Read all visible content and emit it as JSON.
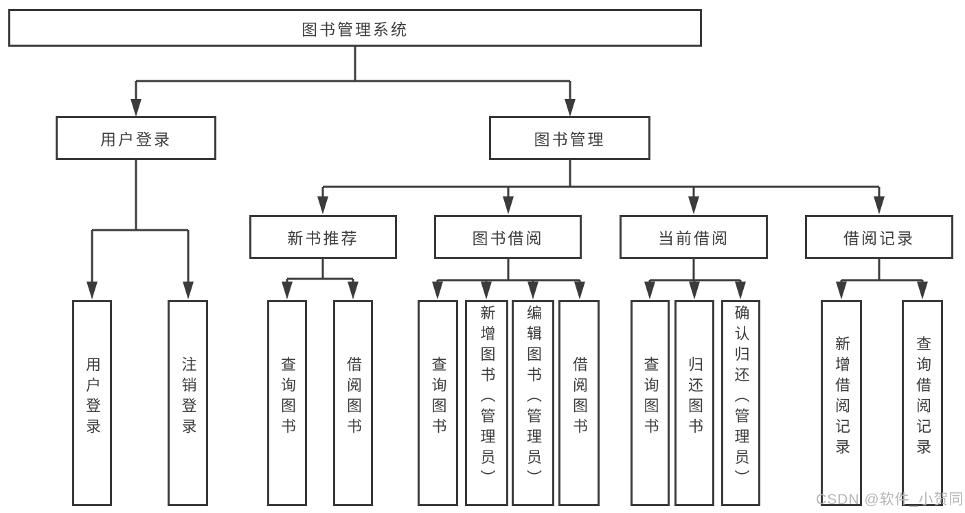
{
  "tree": {
    "label": "图书管理系统",
    "children": [
      {
        "label": "用户登录",
        "children": [
          {
            "label": "用户登录"
          },
          {
            "label": "注销登录"
          }
        ]
      },
      {
        "label": "图书管理",
        "children": [
          {
            "label": "新书推荐",
            "children": [
              {
                "label": "查询图书"
              },
              {
                "label": "借阅图书"
              }
            ]
          },
          {
            "label": "图书借阅",
            "children": [
              {
                "label": "查询图书"
              },
              {
                "label": "新增图书（管理员）"
              },
              {
                "label": "编辑图书（管理员）"
              },
              {
                "label": "借阅图书"
              }
            ]
          },
          {
            "label": "当前借阅",
            "children": [
              {
                "label": "查询图书"
              },
              {
                "label": "归还图书"
              },
              {
                "label": "确认归还（管理员）"
              }
            ]
          },
          {
            "label": "借阅记录",
            "children": [
              {
                "label": "新增借阅记录"
              },
              {
                "label": "查询借阅记录"
              }
            ]
          }
        ]
      }
    ]
  },
  "watermark": {
    "text": "CSDN @软件_小贺同学"
  },
  "colors": {
    "line": "#3b3b3b",
    "text": "#3d3d3d",
    "watermark": "#b5b5b5",
    "background": "#ffffff"
  }
}
